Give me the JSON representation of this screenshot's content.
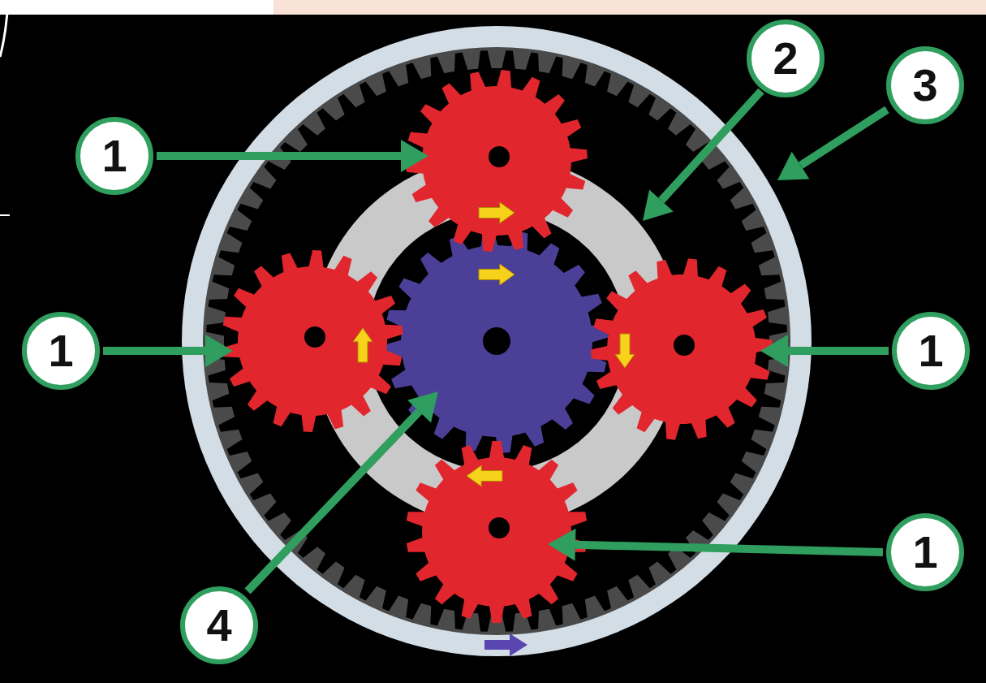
{
  "diagram": {
    "labels": [
      "2",
      "3",
      "1",
      "1",
      "1",
      "1",
      "4"
    ]
  }
}
